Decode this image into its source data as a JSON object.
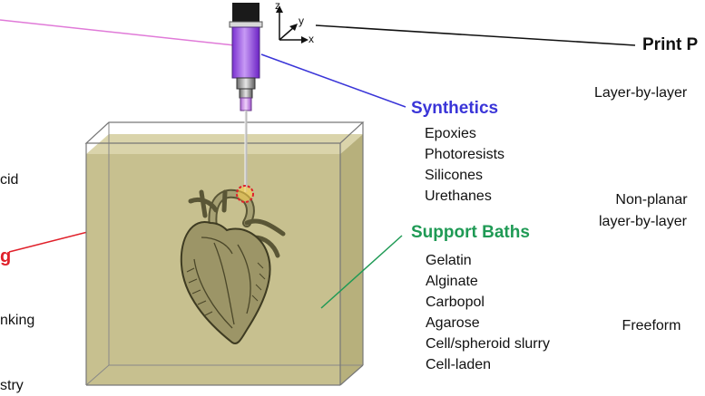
{
  "left_partial": {
    "acid": "cid",
    "printing": "g",
    "linking": "nking",
    "chemistry": "stry"
  },
  "axes": {
    "z": "z",
    "y": "y",
    "x": "x"
  },
  "synthetics": {
    "heading": "Synthetics",
    "items": [
      "Epoxies",
      "Photoresists",
      "Silicones",
      "Urethanes"
    ]
  },
  "support_baths": {
    "heading": "Support Baths",
    "items": [
      "Gelatin",
      "Alginate",
      "Carbopol",
      "Agarose",
      "Cell/spheroid slurry",
      "Cell-laden"
    ]
  },
  "print_path": {
    "heading": "Print P",
    "items": [
      "Layer-by-layer",
      "Non-planar",
      "layer-by-layer",
      "Freeform"
    ]
  },
  "colors": {
    "synthetics": "#3a35d8",
    "support_baths": "#1f9a55",
    "printing": "#e0202a",
    "pink_line": "#e07ad8",
    "bath_fill": "#c7c08f",
    "syringe_purple": "#9d4fe3"
  }
}
